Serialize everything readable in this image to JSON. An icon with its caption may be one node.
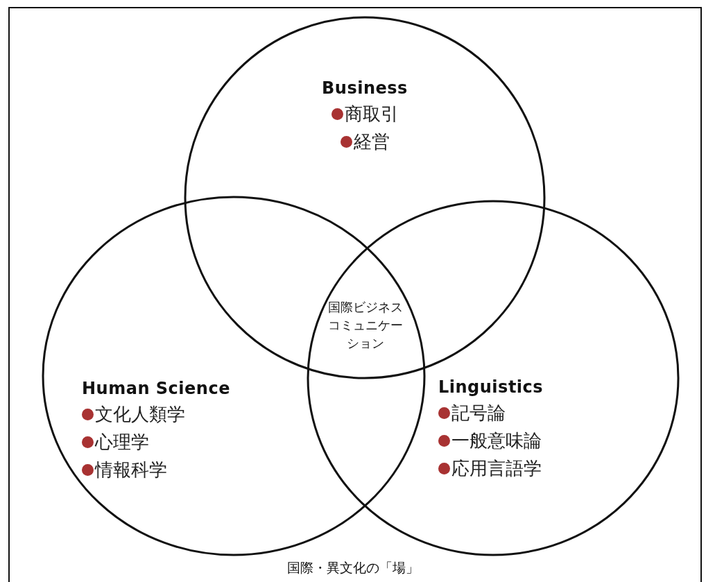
{
  "diagram": {
    "caption": "国際・異文化の「場」",
    "nodes": [
      {
        "text": [
          "Business",
          "商取引",
          "経営"
        ]
      },
      {
        "text": [
          "Human Science",
          "文化人類学",
          "心理学",
          "情報科学"
        ]
      },
      {
        "text": [
          "Linguistics",
          "記号論",
          "一般意味論",
          "応用言語学"
        ]
      }
    ],
    "edges": [],
    "labels": [
      "国際ビジネスコミュニケーション"
    ]
  }
}
